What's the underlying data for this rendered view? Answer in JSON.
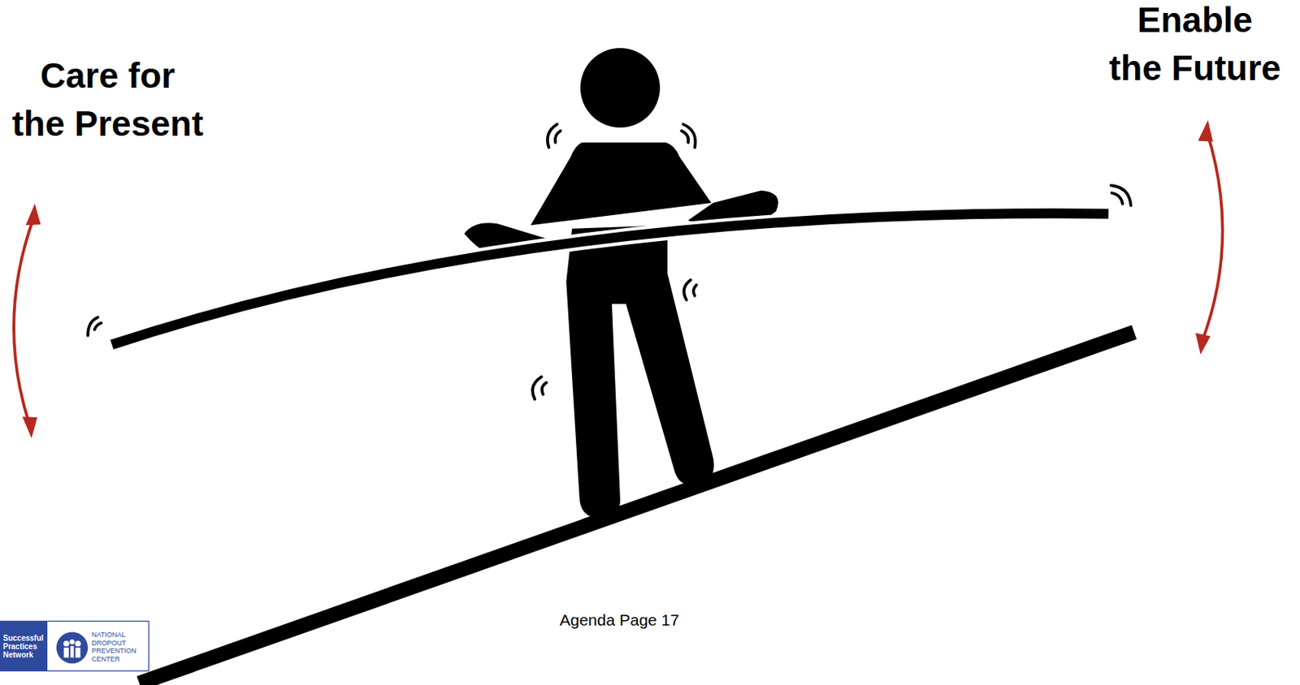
{
  "diagram": {
    "nodes": [
      {
        "text": [
          "Successful Practices Network"
        ]
      }
    ],
    "labels": [
      "Care for the Present",
      "Enable the Future",
      "Agenda Page 17",
      "NATIONAL DROPOUT PREVENTION CENTER"
    ]
  }
}
